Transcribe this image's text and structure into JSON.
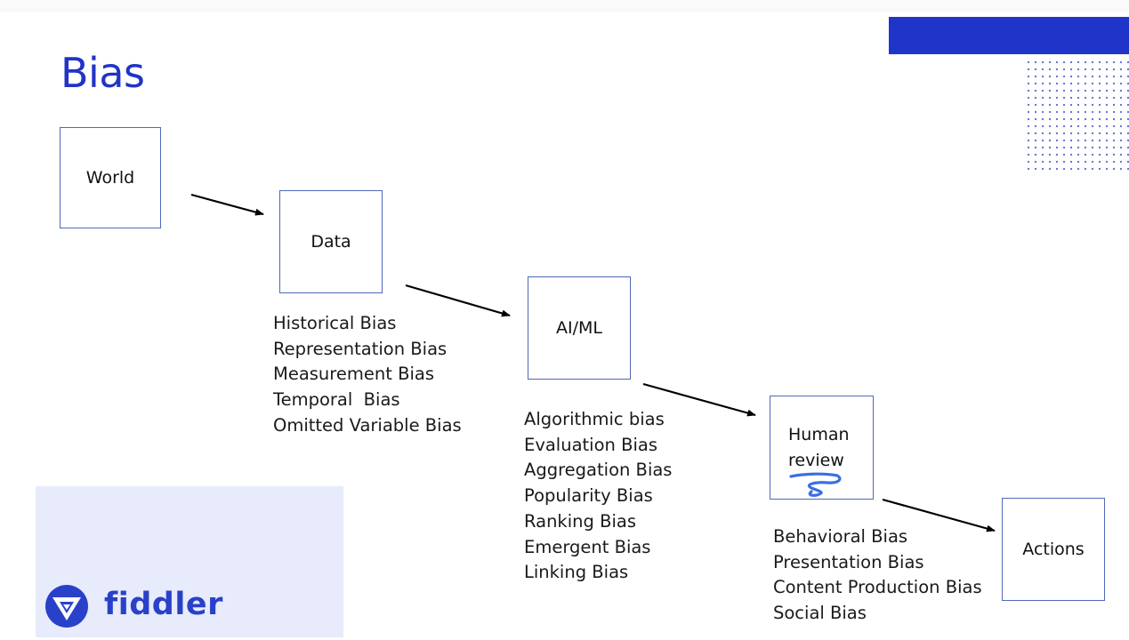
{
  "title": "Bias",
  "boxes": {
    "world": "World",
    "data": "Data",
    "aiml": "AI/ML",
    "human_line1": "Human",
    "human_line2": "review",
    "actions": "Actions"
  },
  "data_biases": [
    "Historical Bias",
    "Representation Bias",
    "Measurement Bias",
    "Temporal  Bias",
    "Omitted Variable Bias"
  ],
  "aiml_biases": [
    "Algorithmic bias",
    "Evaluation Bias",
    "Aggregation Bias",
    "Popularity Bias",
    "Ranking Bias",
    "Emergent Bias",
    "Linking Bias"
  ],
  "human_biases": [
    "Behavioral Bias",
    "Presentation Bias",
    "Content Production Bias",
    "Social Bias"
  ],
  "logo": {
    "text": "fiddler"
  },
  "colors": {
    "accent": "#2034c6",
    "bar": "#1f35c9",
    "box_border": "#5068b8",
    "annotation": "#3b6fe0"
  }
}
